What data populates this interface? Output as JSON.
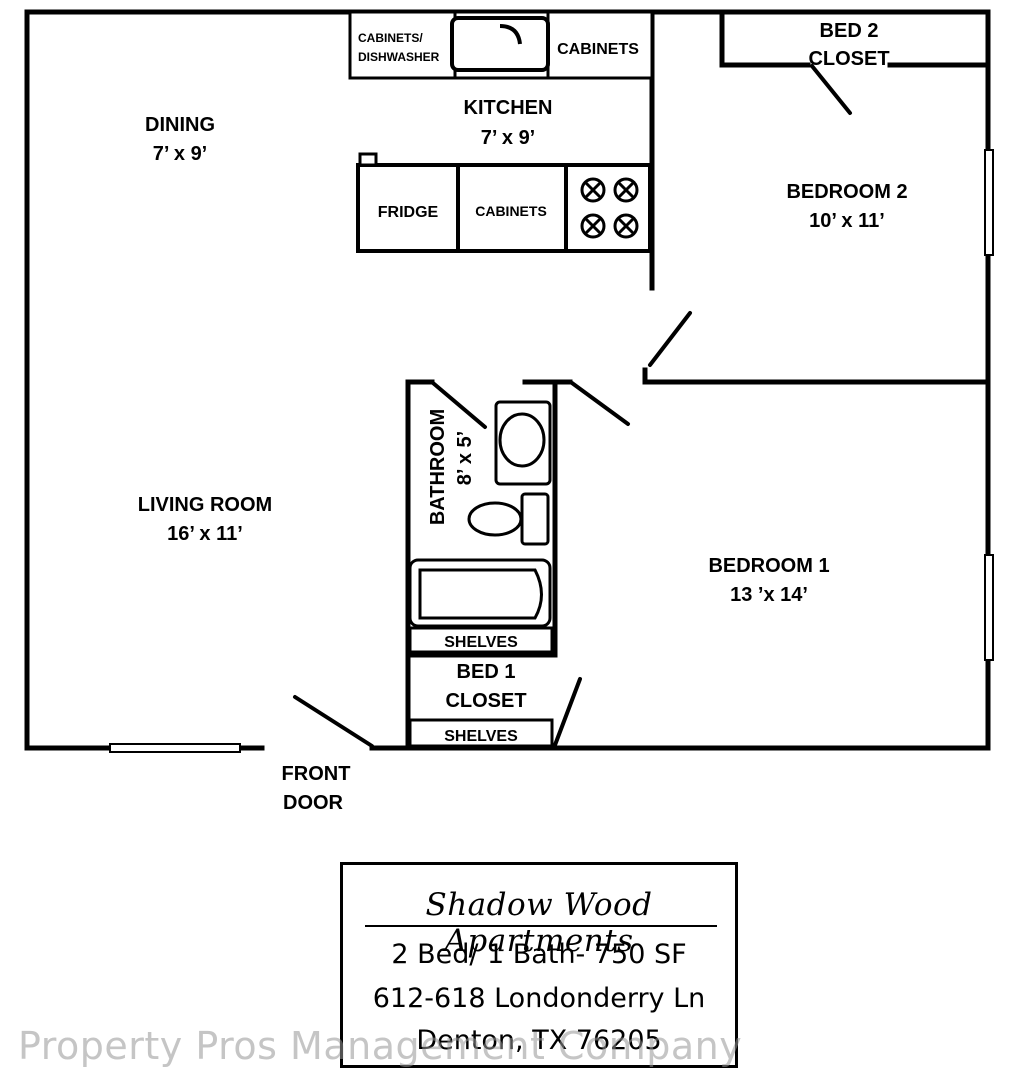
{
  "rooms": {
    "dining": {
      "name": "DINING",
      "size": "7’ x 9’"
    },
    "kitchen": {
      "name": "KITCHEN",
      "size": "7’ x 9’"
    },
    "living": {
      "name": "LIVING ROOM",
      "size": "16’ x 11’"
    },
    "bathroom": {
      "name": "BATHROOM",
      "size": "8’ x 5’"
    },
    "bed1": {
      "name": "BEDROOM 1",
      "size": "13 ’x 14’"
    },
    "bed2": {
      "name": "BEDROOM 2",
      "size": "10’ x 11’"
    }
  },
  "fixtures": {
    "cabinets_dishwasher_1": "CABINETS/",
    "cabinets_dishwasher_2": "DISHWASHER",
    "cabinets_top": "CABINETS",
    "fridge": "FRIDGE",
    "cabinets_lower": "CABINETS",
    "shelves_upper": "SHELVES",
    "shelves_lower": "SHELVES",
    "bed1_closet_1": "BED 1",
    "bed1_closet_2": "CLOSET",
    "bed2_closet_1": "BED 2",
    "bed2_closet_2": "CLOSET"
  },
  "front_door": {
    "line1": "FRONT",
    "line2": "DOOR"
  },
  "info": {
    "title": "Shadow Wood Apartments",
    "line1": "2 Bed/ 1 Bath- 750 SF",
    "line2": "612-618 Londonderry Ln",
    "line3": "Denton, TX 76205"
  },
  "watermark": "Property Pros Management Company",
  "colors": {
    "ink": "#000000",
    "background": "#ffffff",
    "watermark": "#969696"
  }
}
